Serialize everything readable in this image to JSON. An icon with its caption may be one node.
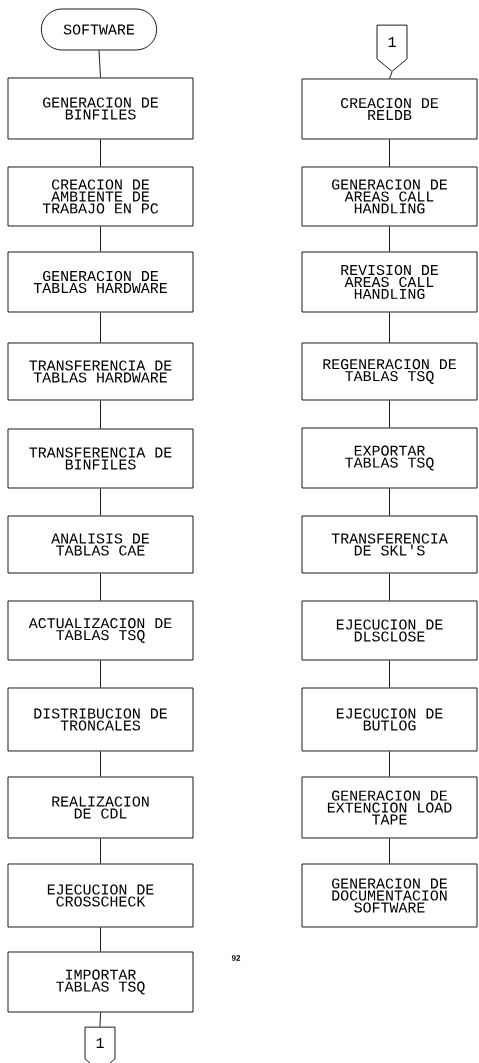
{
  "diagram": {
    "nodes": [
      {
        "text": [
          "SOFTWARE"
        ]
      },
      {
        "text": [
          "GENERACION DE BINFILES"
        ]
      },
      {
        "text": [
          "CREACION DE AMBIENTE DE TRABAJO EN PC"
        ]
      },
      {
        "text": [
          "GENERACION DE TABLAS HARDWARE"
        ]
      },
      {
        "text": [
          "TRANSFERENCIA DE TABLAS HARDWARE"
        ]
      },
      {
        "text": [
          "TRANSFERENCIA DE BINFILES"
        ]
      },
      {
        "text": [
          "ANALISIS DE TABLAS CAE"
        ]
      },
      {
        "text": [
          "ACTUALIZACION DE TABLAS TSQ"
        ]
      },
      {
        "text": [
          "DISTRIBUCION DE TRONCALES"
        ]
      },
      {
        "text": [
          "REALIZACION DE CDL"
        ]
      },
      {
        "text": [
          "EJECUCION DE CROSSCHECK"
        ]
      },
      {
        "text": [
          "IMPORTAR TABLAS TSQ"
        ]
      },
      {
        "text": [
          "1"
        ]
      },
      {
        "text": [
          "1"
        ]
      },
      {
        "text": [
          "CREACION DE RELDB"
        ]
      },
      {
        "text": [
          "GENERACION DE AREAS CALL HANDLING"
        ]
      },
      {
        "text": [
          "REVISION DE AREAS CALL HANDLING"
        ]
      },
      {
        "text": [
          "REGENERACION DE TABLAS TSQ"
        ]
      },
      {
        "text": [
          "EXPORTAR TABLAS TSQ"
        ]
      },
      {
        "text": [
          "TRANSFERENCIA DE SKL'S"
        ]
      },
      {
        "text": [
          "EJECUCION DE DLSCLOSE"
        ]
      },
      {
        "text": [
          "EJECUCION DE BUTLOG"
        ]
      },
      {
        "text": [
          "GENERACION DE EXTENCION LOAD TAPE"
        ]
      },
      {
        "text": [
          "GENERACION DE DOCUMENTACION SOFTWARE"
        ]
      }
    ],
    "edges": [
      {
        "from": 0,
        "to": 1,
        "arrow": "none"
      },
      {
        "from": 1,
        "to": 2,
        "arrow": "none"
      },
      {
        "from": 2,
        "to": 3,
        "arrow": "none"
      },
      {
        "from": 3,
        "to": 4,
        "arrow": "none"
      },
      {
        "from": 4,
        "to": 5,
        "arrow": "none"
      },
      {
        "from": 5,
        "to": 6,
        "arrow": "none"
      },
      {
        "from": 6,
        "to": 7,
        "arrow": "none"
      },
      {
        "from": 7,
        "to": 8,
        "arrow": "none"
      },
      {
        "from": 8,
        "to": 9,
        "arrow": "none"
      },
      {
        "from": 9,
        "to": 10,
        "arrow": "none"
      },
      {
        "from": 10,
        "to": 11,
        "arrow": "none"
      },
      {
        "from": 11,
        "to": 12,
        "arrow": "none"
      },
      {
        "from": 13,
        "to": 14,
        "arrow": "none"
      },
      {
        "from": 14,
        "to": 15,
        "arrow": "none"
      },
      {
        "from": 15,
        "to": 16,
        "arrow": "none"
      },
      {
        "from": 16,
        "to": 17,
        "arrow": "none"
      },
      {
        "from": 17,
        "to": 18,
        "arrow": "none"
      },
      {
        "from": 18,
        "to": 19,
        "arrow": "none"
      },
      {
        "from": 19,
        "to": 20,
        "arrow": "none"
      },
      {
        "from": 20,
        "to": 21,
        "arrow": "none"
      },
      {
        "from": 21,
        "to": 22,
        "arrow": "none"
      },
      {
        "from": 22,
        "to": 23,
        "arrow": "none"
      }
    ],
    "labels": [
      "92"
    ]
  }
}
